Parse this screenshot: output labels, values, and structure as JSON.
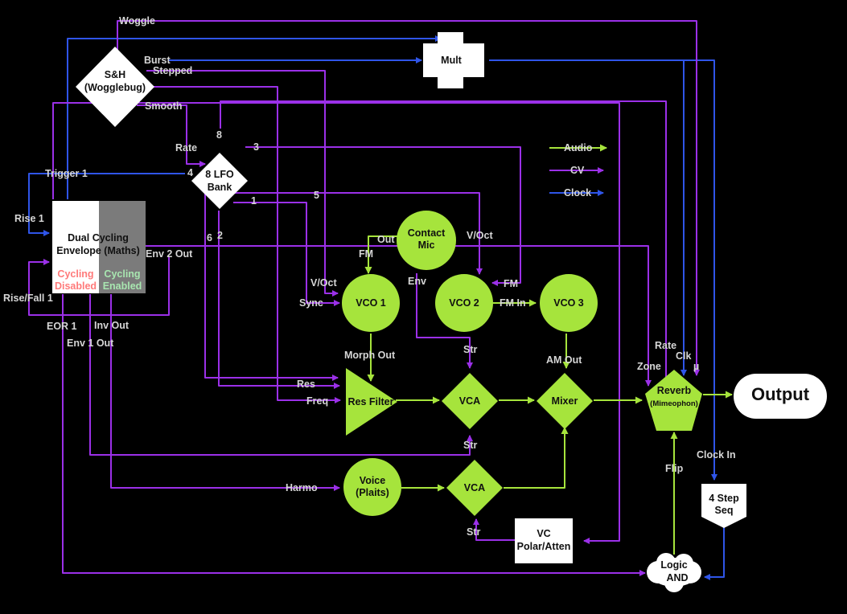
{
  "colors": {
    "audio": "#a6e43c",
    "cv": "#9b30e8",
    "clock": "#2f55e8",
    "background": "#000000",
    "node_green": "#a6e43c",
    "cycling_disabled": "#ff7a7a",
    "cycling_enabled": "#a8e6b0"
  },
  "legend": {
    "audio": "Audio",
    "cv": "CV",
    "clock": "Clock"
  },
  "nodes": {
    "sh": {
      "line1": "S&H",
      "line2": "(Wogglebug)"
    },
    "mult": "Mult",
    "lfo": {
      "line1": "8 LFO",
      "line2": "Bank"
    },
    "maths": {
      "line1": "Dual Cycling",
      "line2": "Envelope (Maths)",
      "cyc_dis1": "Cycling",
      "cyc_dis2": "Disabled",
      "cyc_en1": "Cycling",
      "cyc_en2": "Enabled"
    },
    "contact_mic": {
      "line1": "Contact",
      "line2": "Mic"
    },
    "vco1": "VCO 1",
    "vco2": "VCO 2",
    "vco3": "VCO 3",
    "res_filter": "Res Filter",
    "vca1": "VCA",
    "mixer": "Mixer",
    "reverb": {
      "line1": "Reverb",
      "line2": "(Mimeophon)"
    },
    "output": "Output",
    "voice": {
      "line1": "Voice",
      "line2": "(Plaits)"
    },
    "vca2": "VCA",
    "vc": {
      "line1": "VC",
      "line2": "Polar/Atten"
    },
    "logic": {
      "line1": "Logic",
      "line2": "AND"
    },
    "step_seq": {
      "line1": "4 Step",
      "line2": "Seq"
    }
  },
  "labels": {
    "woggle": "Woggle",
    "burst": "Burst",
    "stepped": "Stepped",
    "smooth": "Smooth",
    "rate_lfo": "Rate",
    "lfo8": "8",
    "lfo3": "3",
    "lfo4": "4",
    "lfo5": "5",
    "lfo1": "1",
    "lfo6": "6",
    "lfo2": "2",
    "trigger1": "Trigger 1",
    "rise1": "Rise 1",
    "risefall1": "Rise/Fall 1",
    "env2out": "Env 2 Out",
    "eor1": "EOR 1",
    "invout": "Inv Out",
    "env1out": "Env 1 Out",
    "out": "Out",
    "fm_vco1": "FM",
    "env_mic": "Env",
    "voct2": "V/Oct",
    "fm_vco2": "FM",
    "fm_in": "FM In",
    "voct1": "V/Oct",
    "sync": "Sync",
    "morph_out": "Morph Out",
    "am_out": "AM Out",
    "str_vca1_top": "Str",
    "str_vca1_bot": "Str",
    "res": "Res",
    "freq": "Freq",
    "rate_rev": "Rate",
    "clk": "Clk",
    "mu": "µ",
    "zone": "Zone",
    "flip": "Flip",
    "clock_in": "Clock In",
    "harmo": "Harmo",
    "str_vca2": "Str"
  }
}
